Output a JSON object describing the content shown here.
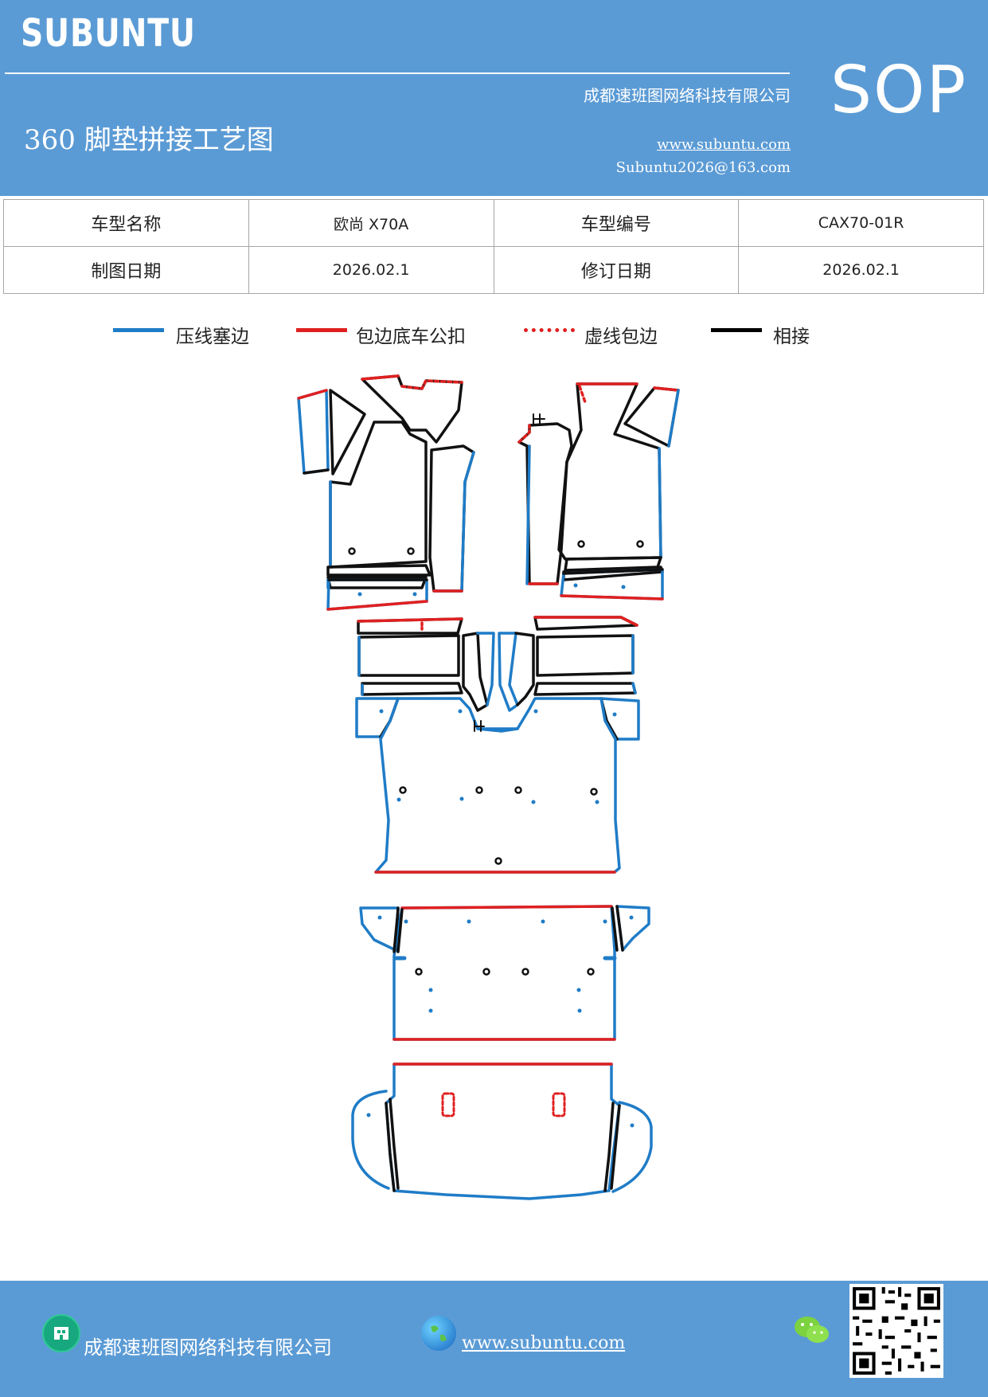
{
  "header": {
    "brand": "SUBUNTU",
    "company": "成都速班图网络科技有限公司",
    "badge": "SOP",
    "title": "360 脚垫拼接工艺图",
    "website": "www.subuntu.com",
    "email": "Subuntu2026@163.com"
  },
  "info_table": {
    "model_name_label": "车型名称",
    "model_name_value": "欧尚 X70A",
    "model_code_label": "车型编号",
    "model_code_value": "CAX70-01R",
    "draw_date_label": "制图日期",
    "draw_date_value": "2026.02.1",
    "revise_date_label": "修订日期",
    "revise_date_value": "2026.02.1"
  },
  "legend": [
    {
      "label": "压线塞边",
      "color": "#1f7cc7",
      "style": "solid"
    },
    {
      "label": "包边底车公扣",
      "color": "#e02020",
      "style": "solid"
    },
    {
      "label": "虚线包边",
      "color": "#e02020",
      "style": "dotted"
    },
    {
      "label": "相接",
      "color": "#000000",
      "style": "solid"
    }
  ],
  "colors": {
    "blue": "#1f7cc7",
    "red": "#e02020",
    "black": "#111111",
    "header": "#5b9bd5"
  },
  "footer": {
    "company": "成都速班图网络科技有限公司",
    "website": "www.subuntu.com",
    "company_icon": "building-icon",
    "website_icon": "globe-icon",
    "wechat_icon": "wechat-icon"
  }
}
